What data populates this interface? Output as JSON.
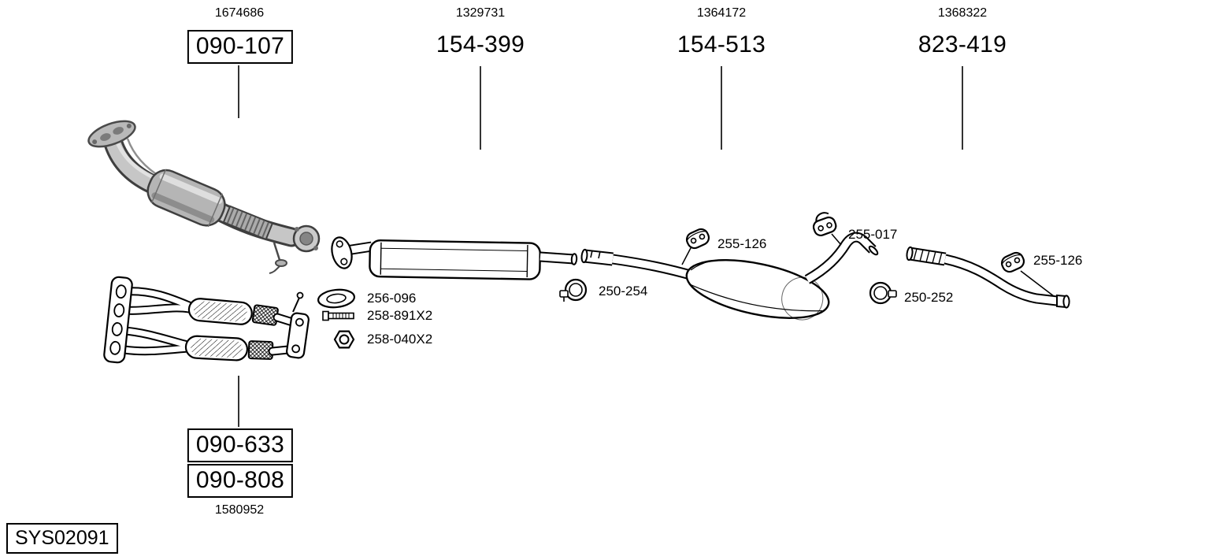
{
  "page": {
    "background": "#ffffff",
    "line_color": "#000000"
  },
  "header": {
    "columns": [
      {
        "ref": "1674686",
        "part": "090-107",
        "boxed": true
      },
      {
        "ref": "1329731",
        "part": "154-399",
        "boxed": false
      },
      {
        "ref": "1364172",
        "part": "154-513",
        "boxed": false
      },
      {
        "ref": "1368322",
        "part": "823-419",
        "boxed": false
      }
    ]
  },
  "callouts": [
    {
      "id": "gasket",
      "label": "256-096",
      "icon": "gasket-icon"
    },
    {
      "id": "bolt",
      "label": "258-891X2",
      "icon": "bolt-icon"
    },
    {
      "id": "nut",
      "label": "258-040X2",
      "icon": "nut-icon"
    },
    {
      "id": "hanger-mid",
      "label": "255-126",
      "icon": "rubber-hanger-icon"
    },
    {
      "id": "clamp-mid",
      "label": "250-254",
      "icon": "clamp-icon"
    },
    {
      "id": "hanger-rear",
      "label": "255-017",
      "icon": "rubber-hanger-bracket-icon"
    },
    {
      "id": "clamp-rear",
      "label": "250-252",
      "icon": "clamp-icon"
    },
    {
      "id": "hanger-tail",
      "label": "255-126",
      "icon": "rubber-hanger-icon"
    }
  ],
  "footer": {
    "parts": [
      {
        "part": "090-633",
        "boxed": true
      },
      {
        "part": "090-808",
        "boxed": true
      }
    ],
    "ref": "1580952",
    "system_id": "SYS02091"
  }
}
